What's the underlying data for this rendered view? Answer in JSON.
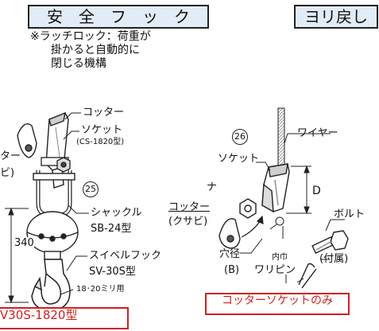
{
  "headers": {
    "safety_hook_title": "安　全　フ　ッ　ク",
    "swivel_title": "ヨリ戻し"
  },
  "note": {
    "line1": "※ラッチロック：荷重が",
    "line2": "掛かると自動的に",
    "line3": "閉じる機構"
  },
  "left_assembly": {
    "cotter_label": "コッター",
    "socket_label": "ソケット",
    "socket_model": "(CS-1820型)",
    "cut_label_1": "ター",
    "cut_label_2": "ビ)",
    "part_number": "25",
    "shackle_label": "シャックル",
    "shackle_model": "SB-24型",
    "dimension": "340",
    "swivel_hook_label": "スイベルフック",
    "swivel_hook_model": "SV-30S型",
    "rope_size": "18･20ミリ用",
    "model_badge": "V30S-1820型"
  },
  "right_assembly": {
    "part_number": "26",
    "wire_label": "ワイヤー",
    "socket_label": "ソケット",
    "cut_label": "ナ",
    "cotter_label": "コッター",
    "cotter_sub": "(クサビ)",
    "dimension_d": "D",
    "bolt_label": "ボルト",
    "included_label": "(付属)",
    "hole_label": "穴径",
    "hole_sub": "(B)",
    "inner_width_label": "内巾",
    "pin_label": "ワリピン",
    "socket_only_badge": "コッターソケットのみ"
  },
  "colors": {
    "header_fill": "#e1ecf6",
    "accent_red": "#d0201f",
    "line": "#222222",
    "fill_light": "#ffffff",
    "shade": "#cfcfcf"
  }
}
